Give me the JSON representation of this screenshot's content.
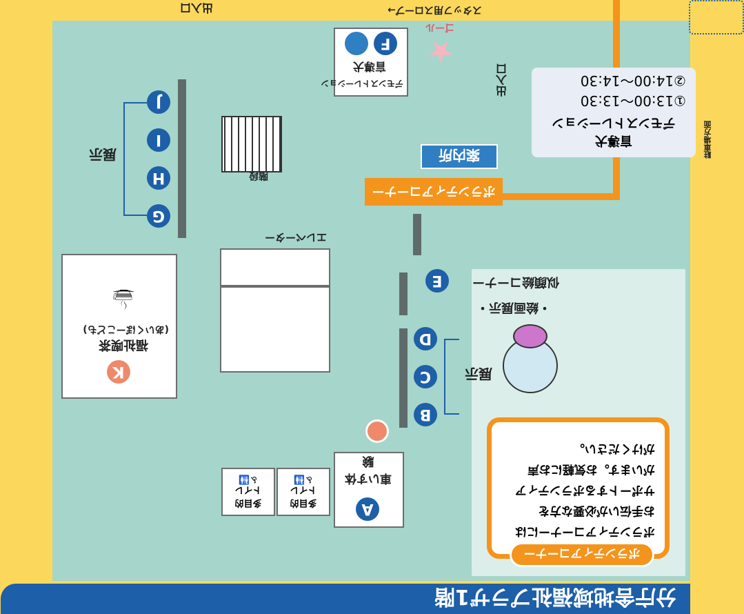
{
  "page": {
    "orientation": "upside-down"
  },
  "title": {
    "text": "分庁舎地域福祉プラザ1階"
  },
  "colors": {
    "background": "#FBD85B",
    "floor": "#A5D5CB",
    "room": "#DCEEE9",
    "marker": "#1D5FA8",
    "volunteer": "#F4941C",
    "cafe": "#EE8A6A",
    "info": "#2F7FC2"
  },
  "entrances": {
    "main": "出入口",
    "side": "出入口"
  },
  "stairs_label": "階段",
  "elevator_label": "エレベーター",
  "reception": {
    "label": "案内所"
  },
  "slope_label": "スタッフ用スロープ→",
  "goal_label": "ゴール",
  "markers": {
    "A": {
      "letter": "A",
      "label": "車いす体験"
    },
    "B": {
      "letter": "B"
    },
    "C": {
      "letter": "C"
    },
    "D": {
      "letter": "D"
    },
    "E": {
      "letter": "E",
      "label_line1": "似顔絵コーナー",
      "label_line2": "・絵画展示・"
    },
    "F": {
      "letter": "F",
      "label_line1": "盲導犬",
      "label_line2": "デモンストレーション"
    },
    "G": {
      "letter": "G"
    },
    "H": {
      "letter": "H"
    },
    "I": {
      "letter": "I"
    },
    "J": {
      "letter": "J"
    },
    "K": {
      "letter": "K",
      "label": "福祉喫茶",
      "sublabel": "(あいくぼーこども)"
    }
  },
  "exhibit_label_left": "展示",
  "exhibit_label_right": "展示",
  "restrooms": [
    {
      "label_line1": "多目的",
      "label_line2": "トイレ"
    },
    {
      "label_line1": "多目的",
      "label_line2": "トイレ"
    }
  ],
  "volunteer_corner": {
    "banner": "ボランティアコーナー",
    "callout_title": "ボランティアコーナー",
    "callout_lines": [
      "ボランティアコーナーには",
      "お手伝いが必要な方を",
      "サポートするボランティア",
      "がいます。お気軽にお声",
      "がけください。"
    ]
  },
  "guide_dog_schedule": {
    "title_line1": "盲導犬",
    "title_line2": "デモンストレーション",
    "times": [
      "①13:00～13:30",
      "②14:00～14:30"
    ],
    "arrow_label": "駐車場方面"
  },
  "icons": [
    "cafe-icon",
    "shopping-basket-icon",
    "guide-dog-icon",
    "restroom-icon",
    "wheelchair-icon",
    "star-goal-icon",
    "mascot-character",
    "utensils-icon"
  ]
}
